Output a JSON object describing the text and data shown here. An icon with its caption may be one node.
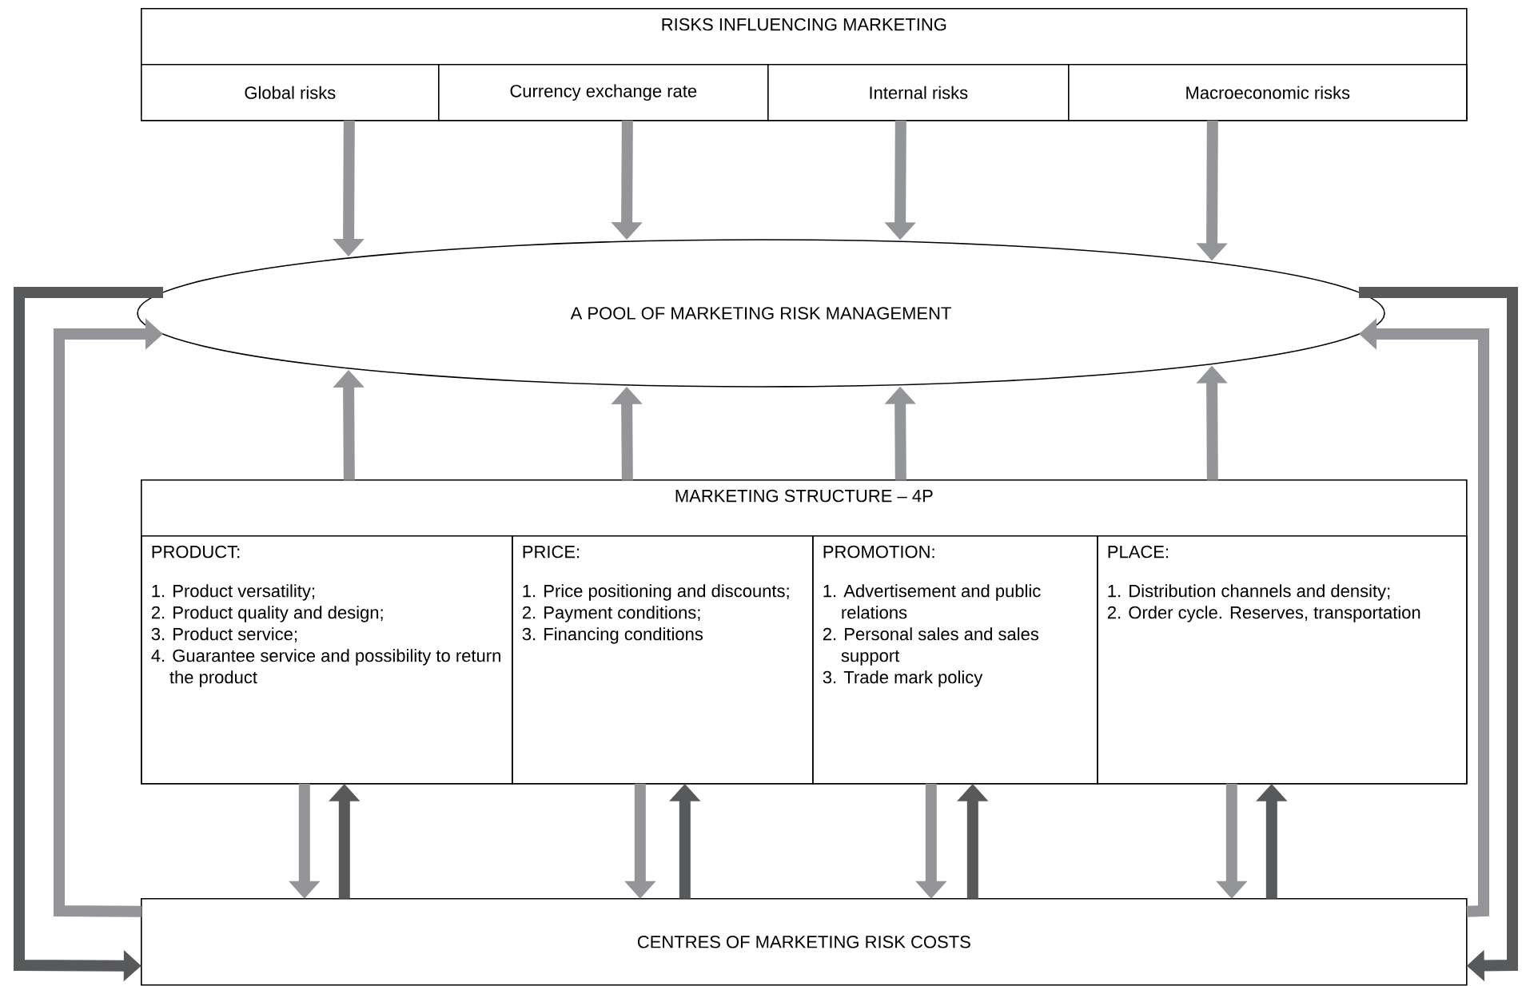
{
  "diagram": {
    "nodes": [
      {
        "text": [
          "RISKS INFLUENCING MARKETING"
        ]
      },
      {
        "text": [
          "Global risks"
        ],
        "in": 0
      },
      {
        "text": [
          "Currency exchange rate"
        ],
        "in": 0
      },
      {
        "text": [
          "Internal risks"
        ],
        "in": 0
      },
      {
        "text": [
          "Macroeconomic risks"
        ],
        "in": 0
      },
      {
        "text": [
          "A POOL OF MARKETING RISK MANAGEMENT"
        ]
      },
      {
        "text": [
          "MARKETING STRUCTURE – 4P"
        ]
      },
      {
        "text": [
          "PRODUCT:",
          "1. Product versatility;",
          "2. Product quality and design;",
          "3. Product service;",
          "4. Guarantee service and possibility to return the product"
        ],
        "in": 6
      },
      {
        "text": [
          "PRICE:",
          "1. Price positioning and discounts;",
          "2. Payment conditions;",
          "3. Financing conditions"
        ],
        "in": 6
      },
      {
        "text": [
          "PROMOTION:",
          "1. Advertisement and public relations",
          "2. Personal sales and sales support",
          "3. Trade mark policy"
        ],
        "in": 6
      },
      {
        "text": [
          "PLACE:",
          "1. Distribution channels and density;",
          "2. Order cycle. Reserves, transportation"
        ],
        "in": 6
      },
      {
        "text": [
          "CENTRES OF MARKETING RISK COSTS"
        ]
      }
    ],
    "edges": [
      {
        "from": 1,
        "to": 5,
        "arrow": "to"
      },
      {
        "from": 2,
        "to": 5,
        "arrow": "to"
      },
      {
        "from": 3,
        "to": 5,
        "arrow": "to"
      },
      {
        "from": 4,
        "to": 5,
        "arrow": "to"
      },
      {
        "from": 6,
        "to": 5,
        "arrow": "to"
      },
      {
        "from": 6,
        "to": 5,
        "arrow": "to"
      },
      {
        "from": 6,
        "to": 5,
        "arrow": "to"
      },
      {
        "from": 6,
        "to": 5,
        "arrow": "to"
      },
      {
        "from": 7,
        "to": 11,
        "arrow": "to"
      },
      {
        "from": 11,
        "to": 7,
        "arrow": "to",
        "color": "#58595b"
      },
      {
        "from": 8,
        "to": 11,
        "arrow": "to"
      },
      {
        "from": 11,
        "to": 8,
        "arrow": "to",
        "color": "#58595b"
      },
      {
        "from": 9,
        "to": 11,
        "arrow": "to"
      },
      {
        "from": 11,
        "to": 9,
        "arrow": "to",
        "color": "#58595b"
      },
      {
        "from": 10,
        "to": 11,
        "arrow": "to"
      },
      {
        "from": 11,
        "to": 10,
        "arrow": "to",
        "color": "#58595b"
      },
      {
        "from": 5,
        "to": 11,
        "arrow": "to",
        "color": "#58595b"
      },
      {
        "from": 11,
        "to": 5,
        "arrow": "to"
      },
      {
        "from": 5,
        "to": 11,
        "arrow": "to",
        "color": "#58595b"
      },
      {
        "from": 11,
        "to": 5,
        "arrow": "to"
      }
    ]
  }
}
